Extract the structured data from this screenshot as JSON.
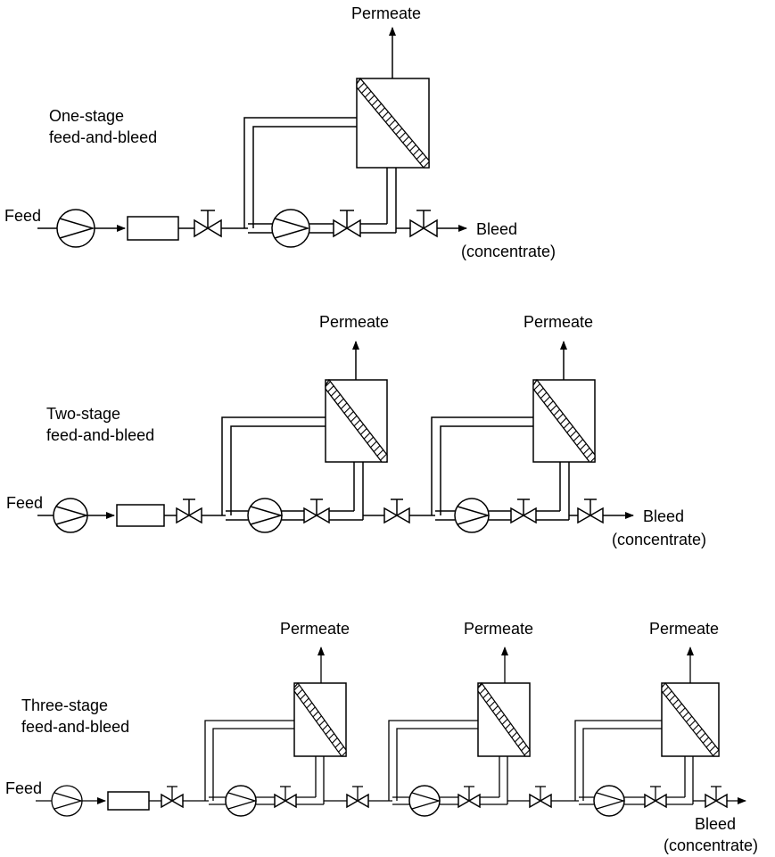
{
  "labels": {
    "feed": "Feed",
    "permeate": "Permeate",
    "bleed": "Bleed",
    "concentrate": "(concentrate)"
  },
  "systems": [
    {
      "title_line1": "One-stage",
      "title_line2": "feed-and-bleed",
      "stages": 1
    },
    {
      "title_line1": "Two-stage",
      "title_line2": "feed-and-bleed",
      "stages": 2
    },
    {
      "title_line1": "Three-stage",
      "title_line2": "feed-and-bleed",
      "stages": 3
    }
  ]
}
